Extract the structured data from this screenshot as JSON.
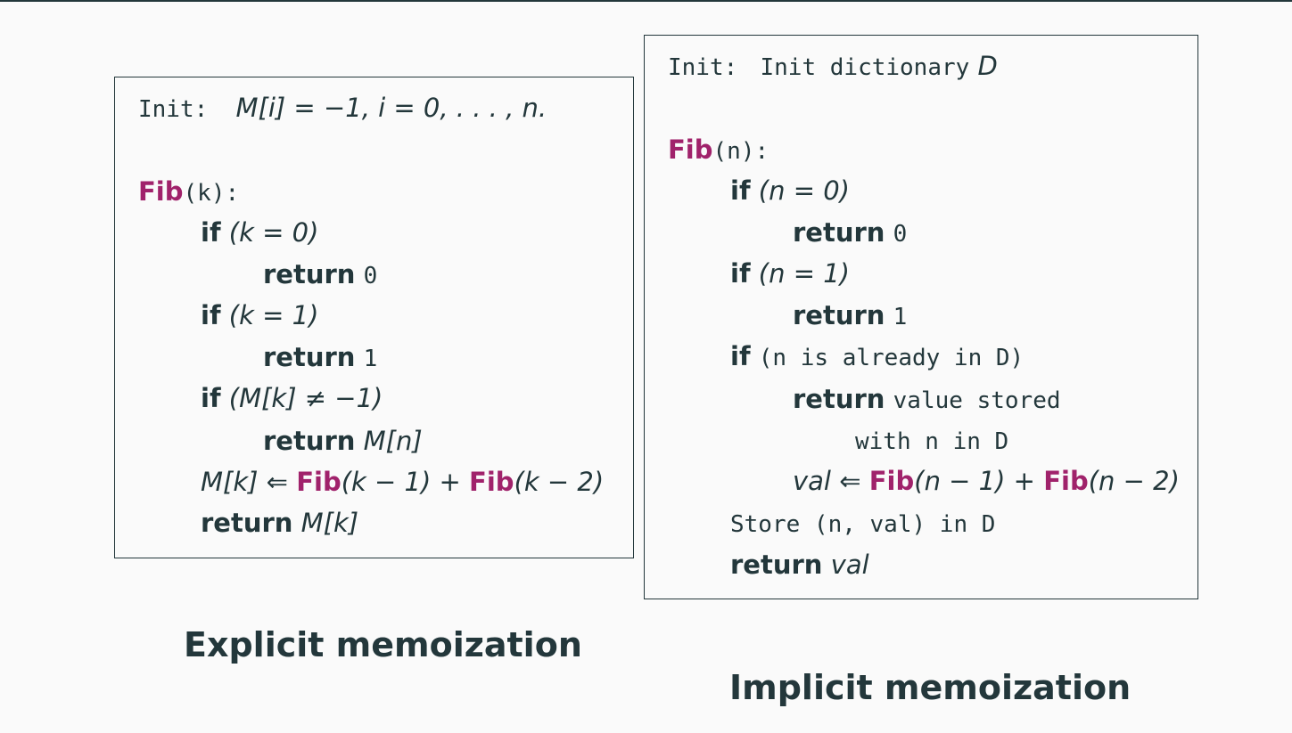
{
  "explicit": {
    "init_label": "Init:",
    "init_expr": "M[i] = −1,  i = 0, . . . , n.",
    "fn_name": "Fib",
    "fn_sig": "(k):",
    "lines": [
      {
        "kw": "if",
        "rest": "(k = 0)"
      },
      {
        "kw": "return",
        "rest": "0"
      },
      {
        "kw": "if",
        "rest": "(k = 1)"
      },
      {
        "kw": "return",
        "rest": "1"
      },
      {
        "kw": "if",
        "rest": "(M[k] ≠ −1)"
      },
      {
        "kw": "return",
        "rest": "M[n]"
      }
    ],
    "assign_lhs": "M[k] ⇐ ",
    "assign_fn1": "Fib",
    "assign_arg1": "(k − 1) + ",
    "assign_fn2": "Fib",
    "assign_arg2": "(k − 2)",
    "final_kw": "return",
    "final_rest": "M[k]",
    "caption": "Explicit memoization"
  },
  "implicit": {
    "init_label": "Init:",
    "init_text": "Init dictionary",
    "init_var": "D",
    "fn_name": "Fib",
    "fn_sig": "(n):",
    "lines": [
      {
        "kw": "if",
        "rest": "(n = 0)"
      },
      {
        "kw": "return",
        "rest": "0"
      },
      {
        "kw": "if",
        "rest": "(n = 1)"
      },
      {
        "kw": "return",
        "rest": "1"
      },
      {
        "kw": "if",
        "rest": "(n is already in D)"
      },
      {
        "kw": "return",
        "rest": "value stored"
      }
    ],
    "cont_line": "with n in D",
    "assign_lhs": "val ⇐ ",
    "assign_fn1": "Fib",
    "assign_arg1": "(n − 1) + ",
    "assign_fn2": "Fib",
    "assign_arg2": "(n − 2)",
    "store_line": "Store (n, val) in D",
    "final_kw": "return",
    "final_rest": "val",
    "caption": "Implicit memoization"
  }
}
